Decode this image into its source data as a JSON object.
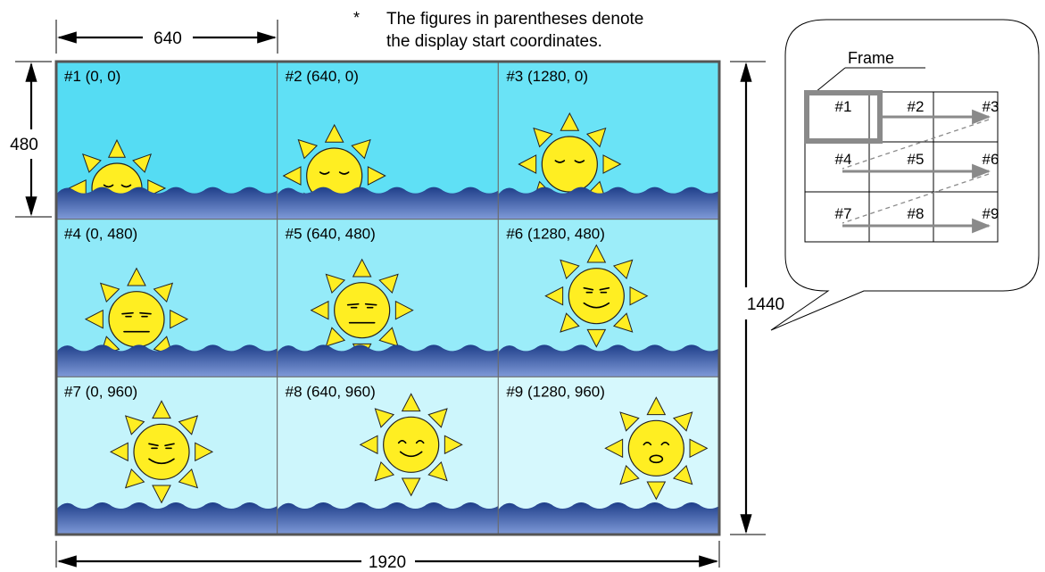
{
  "note": {
    "marker": "*",
    "line1": "The figures in parentheses denote",
    "line2": "the display start coordinates."
  },
  "dimensions": {
    "tile_width": "640",
    "tile_height": "480",
    "total_width": "1920",
    "total_height": "1440"
  },
  "tiles": [
    {
      "label": "#1 (0, 0)",
      "sun_face": "smile",
      "sun_level": "sunrise-low",
      "sky": "#55dcf3"
    },
    {
      "label": "#2 (640, 0)",
      "sun_face": "sleepy",
      "sun_level": "sunrise-mid",
      "sky": "#5fe0f5"
    },
    {
      "label": "#3 (1280, 0)",
      "sun_face": "sleepy",
      "sun_level": "sunrise-high",
      "sky": "#6ae3f6"
    },
    {
      "label": "#4 (0, 480)",
      "sun_face": "grumpy",
      "sun_level": "rising",
      "sky": "#8fe9f8"
    },
    {
      "label": "#5 (640, 480)",
      "sun_face": "grumpy",
      "sun_level": "rising",
      "sky": "#95ebf9"
    },
    {
      "label": "#6 (1280, 480)",
      "sun_face": "smirk",
      "sun_level": "up",
      "sky": "#9cedf9"
    },
    {
      "label": "#7 (0, 960)",
      "sun_face": "smirk",
      "sun_level": "up",
      "sky": "#c4f4fb"
    },
    {
      "label": "#8 (640, 960)",
      "sun_face": "happy",
      "sun_level": "up",
      "sky": "#cdf6fc"
    },
    {
      "label": "#9 (1280, 960)",
      "sun_face": "surprised",
      "sun_level": "up",
      "sky": "#d6f8fd"
    }
  ],
  "callout": {
    "frame_label": "Frame",
    "cells": [
      "#1",
      "#2",
      "#3",
      "#4",
      "#5",
      "#6",
      "#7",
      "#8",
      "#9"
    ]
  },
  "colors": {
    "sun": "#ffee22",
    "sea_top": "#1f3f8a",
    "sea_bottom": "#7f9ad8",
    "arrow_gray": "#8a8a8a"
  }
}
